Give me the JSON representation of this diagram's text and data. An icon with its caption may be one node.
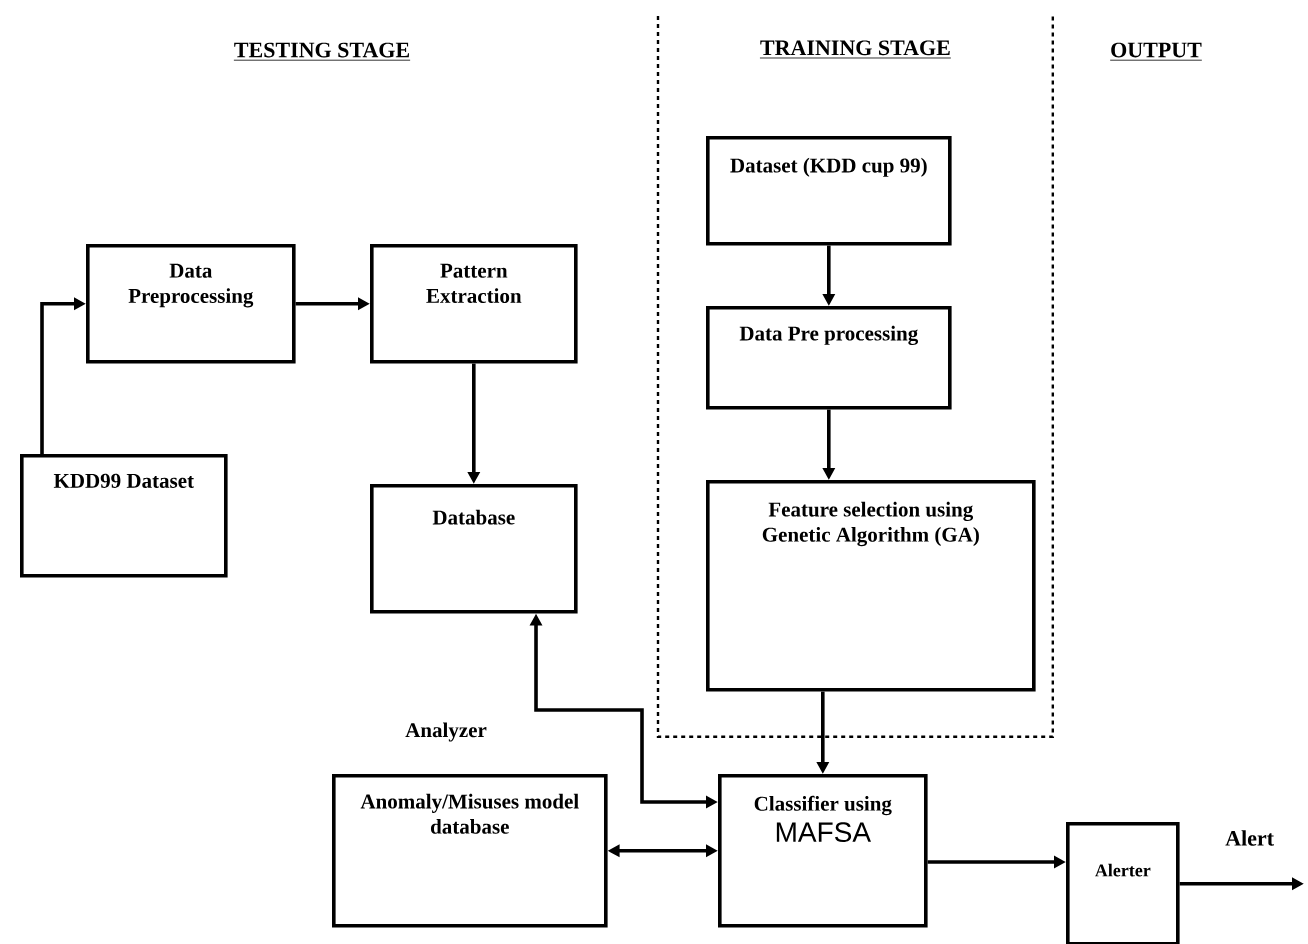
{
  "diagram": {
    "nodes": [
      {
        "text": [
          "KDD99 Dataset"
        ]
      },
      {
        "text": [
          "Data Preprocessing"
        ]
      },
      {
        "text": [
          "Pattern Extraction"
        ]
      },
      {
        "text": [
          "Database"
        ]
      },
      {
        "text": [
          "TRAINING STAGE"
        ]
      },
      {
        "text": [
          "Dataset (KDD cup 99)"
        ],
        "in": 4
      },
      {
        "text": [
          "Data Pre processing"
        ],
        "in": 4
      },
      {
        "text": [
          "Feature selection using Genetic Algorithm (GA)"
        ],
        "in": 4
      },
      {
        "text": [
          "Anomaly/Misuses model database"
        ]
      },
      {
        "text": [
          "Classifier using",
          "MAFSA"
        ]
      },
      {
        "text": [
          "Alerter"
        ]
      }
    ],
    "edges": [
      {
        "from": 0,
        "to": 1,
        "arrow": "to"
      },
      {
        "from": 1,
        "to": 2,
        "arrow": "to"
      },
      {
        "from": 2,
        "to": 3,
        "arrow": "to"
      },
      {
        "from": 5,
        "to": 6,
        "arrow": "to"
      },
      {
        "from": 6,
        "to": 7,
        "arrow": "to"
      },
      {
        "from": 7,
        "to": 9,
        "arrow": "to"
      },
      {
        "from": 9,
        "to": 3,
        "arrow": "both"
      },
      {
        "from": 8,
        "to": 9,
        "arrow": "both"
      },
      {
        "from": 9,
        "to": 10,
        "arrow": "to"
      },
      {
        "from": 10,
        "to": null,
        "arrow": "to",
        "label": "Alert"
      }
    ],
    "labels": [
      "TESTING STAGE",
      "OUTPUT",
      "Analyzer"
    ]
  }
}
